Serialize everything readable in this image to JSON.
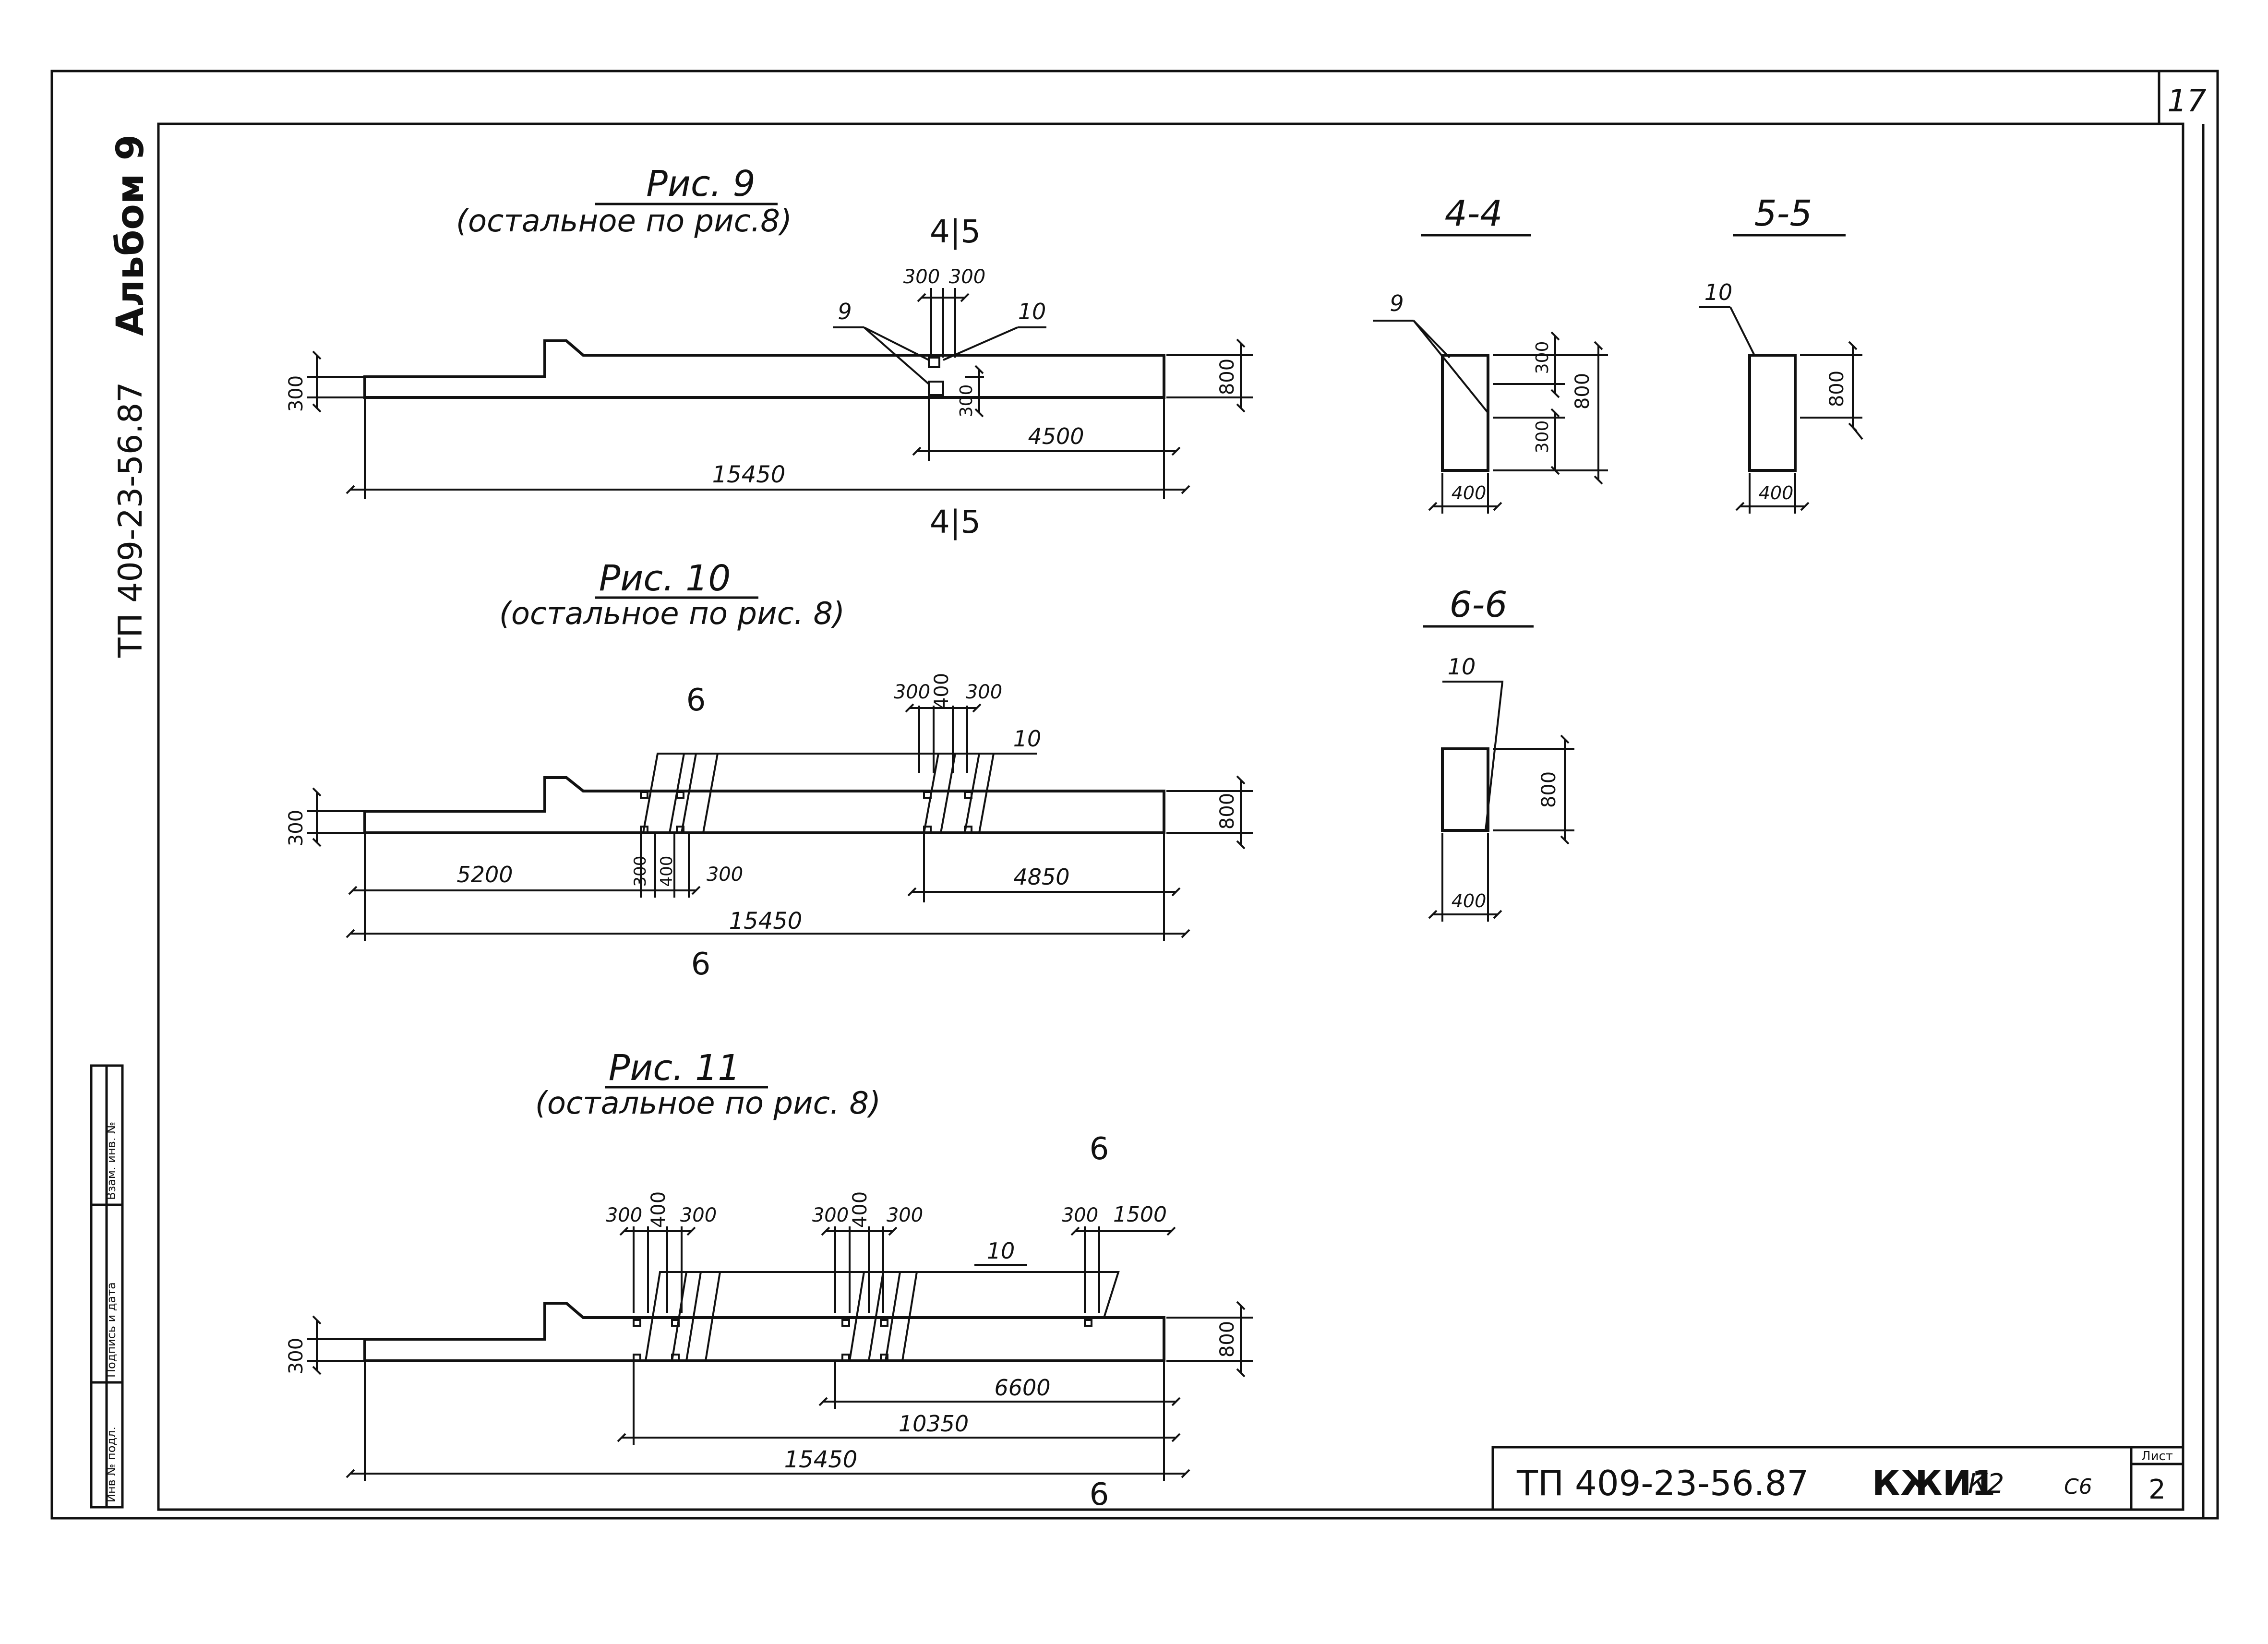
{
  "sheet_number": "17",
  "margin": {
    "album": "Альбом 9",
    "project_code": "ТП 409-23-56.87",
    "stamp_cells": [
      "Инв № подл.",
      "Подпись и дата",
      "Взам. инв. №"
    ]
  },
  "title_block": {
    "project_code": "ТП 409-23-56.87",
    "mark": "КЖИ1",
    "mark_suffix": "К2",
    "page_ref": "С6",
    "sheet_label": "Лист",
    "sheet_value": "2"
  },
  "fig9": {
    "title": "Рис. 9",
    "subtitle": "(остальное по рис.8)",
    "cut_top": "4|5",
    "cut_bottom": "4|5",
    "dim_overall": "15450",
    "dim_right": "4500",
    "dim_height": "800",
    "dim_step": "300",
    "dim_top_a": "300",
    "dim_top_b": "300",
    "dim_small": "300",
    "callout_a": "9",
    "callout_b": "10"
  },
  "fig10": {
    "title": "Рис. 10",
    "subtitle": "(остальное по рис. 8)",
    "cut_top": "6",
    "cut_bottom": "6",
    "dim_top_a": "300",
    "dim_top_b": "400",
    "dim_top_c": "300",
    "callout": "10",
    "dim_step": "300",
    "dim_height": "800",
    "dim_left": "5200",
    "dim_b1": "300",
    "dim_b2": "400",
    "dim_b3": "300",
    "dim_right": "4850",
    "dim_overall": "15450"
  },
  "fig11": {
    "title": "Рис. 11",
    "subtitle": "(остальное по рис. 8)",
    "cut_top": "6",
    "cut_bottom": "6",
    "g1_a": "300",
    "g1_b": "400",
    "g1_c": "300",
    "g2_a": "300",
    "g2_b": "400",
    "g2_c": "300",
    "g3_a": "300",
    "g3_b": "1500",
    "callout": "10",
    "dim_step": "300",
    "dim_height": "800",
    "dim_a": "6600",
    "dim_b": "10350",
    "dim_overall": "15450"
  },
  "section44": {
    "label": "4-4",
    "callout": "9",
    "dim_top": "300",
    "dim_bottom": "300",
    "dim_height": "800",
    "dim_width": "400"
  },
  "section55": {
    "label": "5-5",
    "callout": "10",
    "dim_height": "800",
    "dim_width": "400"
  },
  "section66": {
    "label": "6-6",
    "callout": "10",
    "dim_height": "800",
    "dim_width": "400"
  }
}
